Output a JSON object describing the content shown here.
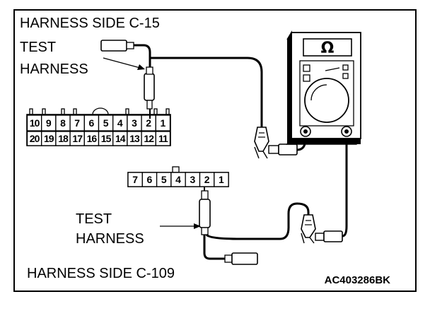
{
  "labels": {
    "harness_side_c15": "HARNESS SIDE C-15",
    "test_harness_top_line1": "TEST",
    "test_harness_top_line2": "HARNESS",
    "test_harness_bottom_line1": "TEST",
    "test_harness_bottom_line2": "HARNESS",
    "harness_side_c109": "HARNESS SIDE C-109",
    "figure_code": "AC403286BK"
  },
  "meter": {
    "range_symbol": "Ω",
    "icon": "ohmmeter-icon"
  },
  "connector_c15": {
    "top_row": [
      "10",
      "9",
      "8",
      "7",
      "6",
      "5",
      "4",
      "3",
      "2",
      "1"
    ],
    "bottom_row": [
      "20",
      "19",
      "18",
      "17",
      "16",
      "15",
      "14",
      "13",
      "12",
      "11"
    ],
    "probed_pin": "2"
  },
  "connector_c109": {
    "row": [
      "7",
      "6",
      "5",
      "4",
      "3",
      "2",
      "1"
    ],
    "probed_pin": "2"
  }
}
